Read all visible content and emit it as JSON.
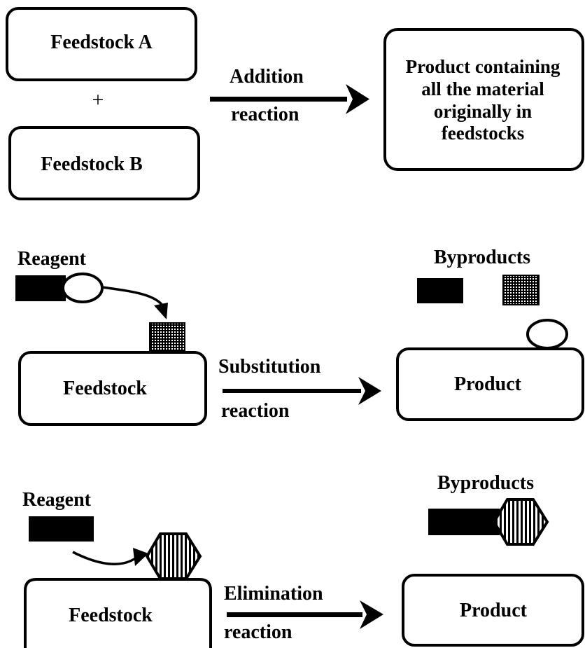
{
  "addition": {
    "feedstock_a": "Feedstock A",
    "plus": "+",
    "feedstock_b": "Feedstock B",
    "arrow_label_1": "Addition",
    "arrow_label_2": "reaction",
    "product_lines": [
      "Product containing",
      "all the material",
      "originally in",
      "feedstocks"
    ]
  },
  "substitution": {
    "reagent": "Reagent",
    "byproducts": "Byproducts",
    "feedstock": "Feedstock",
    "arrow_label_1": "Substitution",
    "arrow_label_2": "reaction",
    "product": "Product"
  },
  "elimination": {
    "reagent": "Reagent",
    "byproducts": "Byproducts",
    "feedstock": "Feedstock",
    "arrow_label_1": "Elimination",
    "arrow_label_2": "reaction",
    "product": "Product"
  },
  "colors": {
    "ink": "#000000",
    "paper": "#ffffff"
  }
}
